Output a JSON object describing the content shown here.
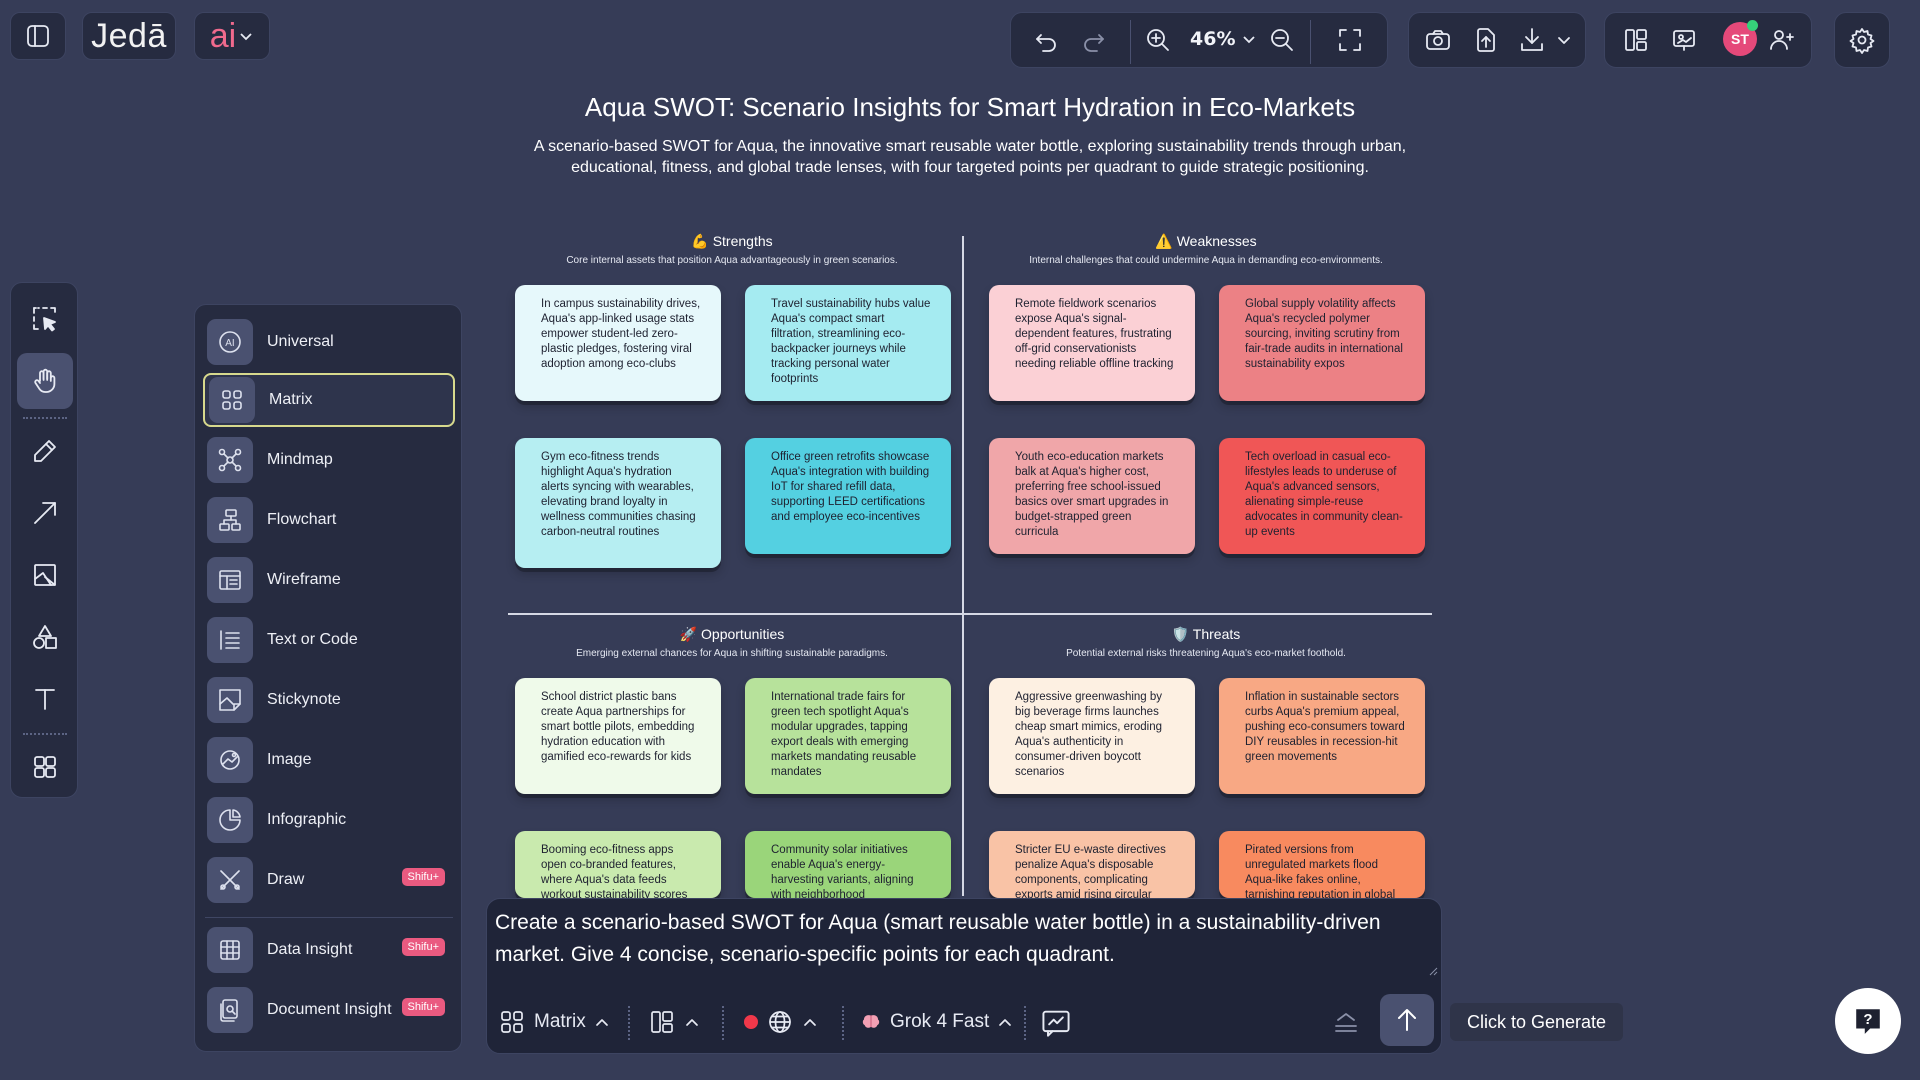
{
  "app": {
    "logo_text": "Jedā",
    "ai_text": "ai"
  },
  "toolbar": {
    "zoom_level": "46%",
    "avatar_initials": "ST"
  },
  "tool_rail": {
    "tools": [
      "select",
      "hand",
      "pencil",
      "arrow",
      "image-frame",
      "shapes",
      "text",
      "templates"
    ],
    "active_tool": "hand"
  },
  "generator_menu": {
    "items": [
      {
        "label": "Universal",
        "icon": "ai-icon",
        "badge": ""
      },
      {
        "label": "Matrix",
        "icon": "matrix-icon",
        "badge": ""
      },
      {
        "label": "Mindmap",
        "icon": "mindmap-icon",
        "badge": ""
      },
      {
        "label": "Flowchart",
        "icon": "flowchart-icon",
        "badge": ""
      },
      {
        "label": "Wireframe",
        "icon": "wireframe-icon",
        "badge": ""
      },
      {
        "label": "Text or Code",
        "icon": "text-code-icon",
        "badge": ""
      },
      {
        "label": "Stickynote",
        "icon": "stickynote-icon",
        "badge": ""
      },
      {
        "label": "Image",
        "icon": "image-icon",
        "badge": ""
      },
      {
        "label": "Infographic",
        "icon": "infographic-icon",
        "badge": ""
      },
      {
        "label": "Draw",
        "icon": "draw-icon",
        "badge": "Shifu+"
      },
      {
        "label": "Data Insight",
        "icon": "data-insight-icon",
        "badge": "Shifu+"
      },
      {
        "label": "Document Insight",
        "icon": "document-insight-icon",
        "badge": "Shifu+"
      }
    ],
    "active_index": 1
  },
  "canvas": {
    "title": "Aqua SWOT: Scenario Insights for Smart Hydration in Eco-Markets",
    "subtitle_line1": "A scenario-based SWOT for Aqua, the innovative smart reusable water bottle, exploring sustainability trends through urban,",
    "subtitle_line2": "educational, fitness, and global trade lenses, with four targeted points per quadrant to guide strategic positioning.",
    "quadrants": {
      "strengths": {
        "heading": "💪 Strengths",
        "description": "Core internal assets that position Aqua advantageously in green scenarios.",
        "colors": [
          "#e6f8fb",
          "#a5ebf1",
          "#b6eef2",
          "#54d0e1"
        ],
        "notes": [
          "In campus sustainability drives, Aqua's app-linked usage stats empower student-led zero-plastic pledges, fostering viral adoption among eco-clubs",
          "Travel sustainability hubs value Aqua's compact smart filtration, streamlining eco-backpacker journeys while tracking personal water footprints",
          "Gym eco-fitness trends highlight Aqua's hydration alerts syncing with wearables, elevating brand loyalty in wellness communities chasing carbon-neutral routines",
          "Office green retrofits showcase Aqua's integration with building IoT for shared refill data, supporting LEED certifications and employee eco-incentives"
        ]
      },
      "weaknesses": {
        "heading": "⚠️ Weaknesses",
        "description": "Internal challenges that could undermine Aqua in demanding eco-environments.",
        "colors": [
          "#fbd0d5",
          "#ec8185",
          "#f0a6a9",
          "#f05656"
        ],
        "notes": [
          "Remote fieldwork scenarios expose Aqua's signal-dependent features, frustrating off-grid conservationists needing reliable offline tracking",
          "Global supply volatility affects Aqua's recycled polymer sourcing, inviting scrutiny from fair-trade audits in international sustainability expos",
          "Youth eco-education markets balk at Aqua's higher cost, preferring free school-issued basics over smart upgrades in budget-strapped green curricula",
          "Tech overload in casual eco-lifestyles leads to underuse of Aqua's advanced sensors, alienating simple-reuse advocates in community clean-up events"
        ]
      },
      "opportunities": {
        "heading": "🚀 Opportunities",
        "description": "Emerging external chances for Aqua in shifting sustainable paradigms.",
        "colors": [
          "#effaea",
          "#b7e29b",
          "#c9eaae",
          "#9ad57a"
        ],
        "notes": [
          "School district plastic bans create Aqua partnerships for smart bottle pilots, embedding hydration education with gamified eco-rewards for kids",
          "International trade fairs for green tech spotlight Aqua's modular upgrades, tapping export deals with emerging markets mandating reusable mandates",
          "Booming eco-fitness apps open co-branded features, where Aqua's data feeds workout sustainability scores",
          "Community solar initiatives enable Aqua's energy-harvesting variants, aligning with neighborhood"
        ]
      },
      "threats": {
        "heading": "🛡️ Threats",
        "description": "Potential external risks threatening Aqua's eco-market foothold.",
        "colors": [
          "#fdf0e2",
          "#f8a884",
          "#f9c3a6",
          "#f88a5f"
        ],
        "notes": [
          "Aggressive greenwashing by big beverage firms launches cheap smart mimics, eroding Aqua's authenticity in consumer-driven boycott scenarios",
          "Inflation in sustainable sectors curbs Aqua's premium appeal, pushing eco-consumers toward DIY reusables in recession-hit green movements",
          "Stricter EU e-waste directives penalize Aqua's disposable components, complicating exports amid rising circular",
          "Pirated versions from unregulated markets flood Aqua-like fakes online, tarnishing reputation in global"
        ]
      }
    }
  },
  "prompt": {
    "text": "Create a scenario-based SWOT for Aqua (smart reusable water bottle) in a sustainability-driven market. Give 4 concise, scenario-specific points for each quadrant.",
    "mode_label": "Matrix",
    "model_label": "Grok 4 Fast",
    "tooltip": "Click to Generate"
  }
}
